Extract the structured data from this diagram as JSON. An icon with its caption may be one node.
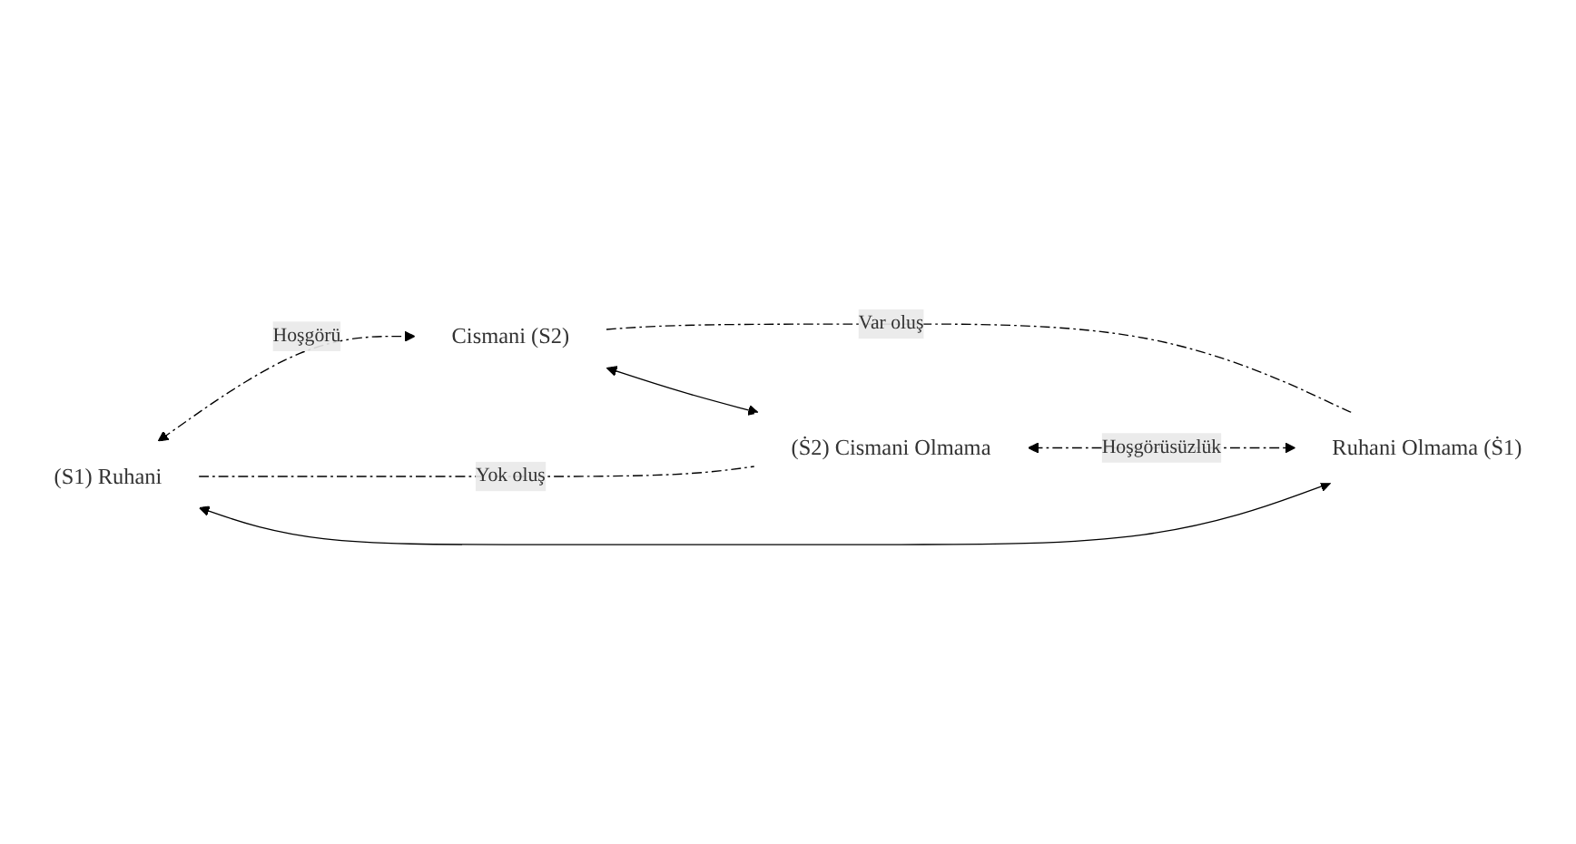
{
  "diagram": {
    "nodes": [
      {
        "text": [
          "(S1) Ruhani"
        ]
      },
      {
        "text": [
          "Cismani (S2)"
        ]
      },
      {
        "text": [
          "(Ṡ2) Cismani Olmama"
        ]
      },
      {
        "text": [
          "Ruhani Olmama (Ṡ1)"
        ]
      }
    ],
    "edges": [
      {
        "from": 0,
        "to": 1,
        "arrow": "both",
        "style": "dashed",
        "label": "Hoşgörü"
      },
      {
        "from": 0,
        "to": 2,
        "arrow": "none",
        "style": "dashed",
        "label": "Yok oluş"
      },
      {
        "from": 1,
        "to": 3,
        "arrow": "none",
        "style": "dashed",
        "label": "Var oluş"
      },
      {
        "from": 0,
        "to": 3,
        "arrow": "both"
      },
      {
        "from": 1,
        "to": 2,
        "arrow": "both"
      },
      {
        "from": 2,
        "to": 3,
        "arrow": "both",
        "style": "dashed",
        "label": "Hoşgörüsüzlük"
      }
    ]
  }
}
